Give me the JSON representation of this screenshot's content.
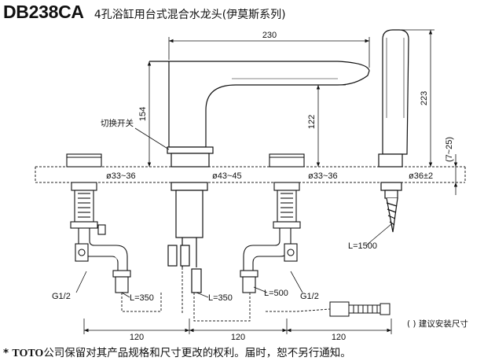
{
  "header": {
    "model": "DB238CA",
    "title": "4孔浴缸用台式混合水龙头(伊莫斯系列)"
  },
  "dimensions": {
    "spout_reach": "230",
    "faucet_height": "154",
    "spout_height": "122",
    "handshower_height": "223",
    "shank_range": "(7~25)",
    "hole_left": "ø33~36",
    "hole_center": "ø43~45",
    "hole_right": "ø33~36",
    "hole_shower": "ø36±2",
    "spacing_1": "120",
    "spacing_2": "120",
    "spacing_3": "120",
    "hose_1": "L=350",
    "hose_2": "L=350",
    "hose_3": "L=500",
    "hose_shower": "L=1500",
    "thread_left": "G1/2",
    "thread_right": "G1/2"
  },
  "labels": {
    "switch": "切换开关",
    "note": "( ) 建议安装尺寸"
  },
  "footer": {
    "star": "*",
    "brand": "TOTO",
    "text": "公司保留对其产品规格和尺寸更改的权利。届时，恕不另行通知。"
  }
}
